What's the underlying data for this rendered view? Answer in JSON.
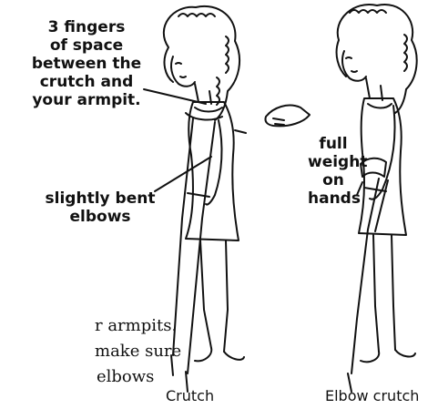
{
  "labels": {
    "armpit_space": [
      "3 fingers",
      "of space",
      "between the",
      "crutch and",
      "your armpit."
    ],
    "elbows": [
      "slightly bent",
      "elbows"
    ],
    "weight": [
      "full",
      "weight",
      "on",
      "hands"
    ]
  },
  "body_text_fragments": [
    "r armpits.",
    "make sure",
    "elbows"
  ],
  "captions": {
    "crutch": "Crutch",
    "elbow_crutch": "Elbow crutch"
  }
}
